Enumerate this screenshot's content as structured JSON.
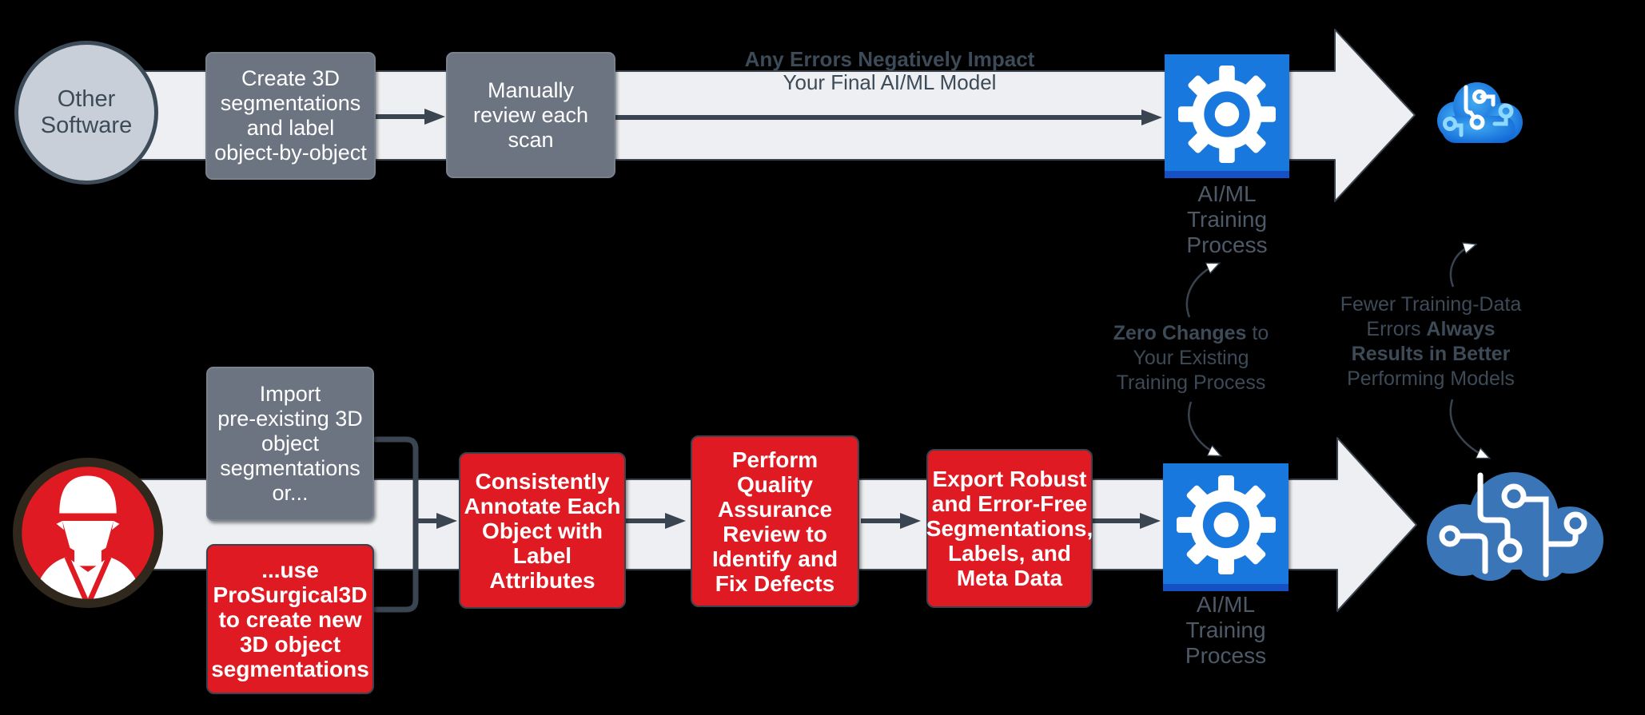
{
  "colors": {
    "background": "#000000",
    "band": "#edeff2",
    "dark_slate": "#3b4551",
    "text_slate": "#3d4a57",
    "gray_box": "#6b7480",
    "red": "#df1a22",
    "blue_box": "#1878dd",
    "blue_strip": "#1551c4",
    "process_label_gray": "#4e5a68",
    "cloud_steel_blue": "#3a75b8",
    "source_circle_fill": "#c8cfd8"
  },
  "top_flow": {
    "source": {
      "line1": "Other",
      "line2": "Software"
    },
    "step1": {
      "lines": [
        "Create 3D",
        "segmentations",
        "and label",
        "object-by-object"
      ]
    },
    "step2": {
      "lines": [
        "Manually",
        "review each",
        "scan"
      ]
    },
    "warning_bold": "Any Errors Negatively Impact",
    "warning_rest": "Your Final AI/ML Model",
    "process_label": {
      "l1": "AI/ML",
      "l2": "Training",
      "l3": "Process"
    }
  },
  "bottom_flow": {
    "import_box": {
      "lines": [
        "Import",
        "pre-existing 3D",
        "object",
        "segmentations",
        "or..."
      ]
    },
    "prosurgical_box": {
      "lines": [
        "...use",
        "ProSurgical3D",
        "to create new",
        "3D object",
        "segmentations"
      ]
    },
    "step_annotate": {
      "lines": [
        "Consistently",
        "Annotate Each",
        "Object with",
        "Label",
        "Attributes"
      ]
    },
    "step_qa": {
      "lines": [
        "Perform",
        "Quality",
        "Assurance",
        "Review to",
        "Identify and",
        "Fix Defects"
      ]
    },
    "step_export": {
      "lines": [
        "Export Robust",
        "and Error-Free",
        "Segmentations,",
        "Labels, and",
        "Meta Data"
      ]
    },
    "process_label": {
      "l1": "AI/ML",
      "l2": "Training",
      "l3": "Process"
    }
  },
  "annotations": {
    "zero_changes": {
      "bold": "Zero Changes",
      "l1_rest": " to",
      "l2": "Your Existing",
      "l3": "Training Process"
    },
    "fewer_errors": {
      "l1": "Fewer Training-Data",
      "l2_pre": "Errors ",
      "l2_bold": "Always",
      "l3_bold": "Results in Better",
      "l4": "Performing Models"
    }
  }
}
